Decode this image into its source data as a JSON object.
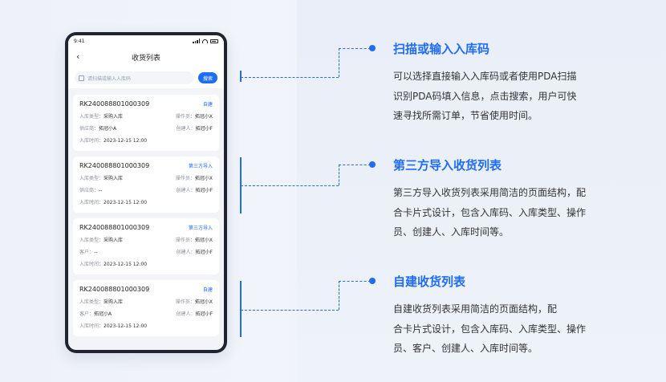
{
  "phone": {
    "status_time": "9:41",
    "nav_title": "收货列表",
    "search_placeholder": "请扫描或输入入库码",
    "search_button": "搜索",
    "cards": [
      {
        "code": "RK240088801000309",
        "tag": "自建",
        "row1_left_label": "入库类型：",
        "row1_left_value": "采购入库",
        "row1_right_label": "操作员：",
        "row1_right_value": "拓冠小X",
        "row2_left_label": "供应商：",
        "row2_left_value": "拓冠小A",
        "row2_right_label": "创建人：",
        "row2_right_value": "拓冠小F",
        "time_label": "入库时间：",
        "time_value": "2023-12-15 12:00"
      },
      {
        "code": "RK240088801000309",
        "tag": "第三方导入",
        "row1_left_label": "入库类型：",
        "row1_left_value": "采购入库",
        "row1_right_label": "操作员：",
        "row1_right_value": "拓冠小X",
        "row2_left_label": "供应商：",
        "row2_left_value": "--",
        "row2_right_label": "创建人：",
        "row2_right_value": "拓冠小F",
        "time_label": "入库时间：",
        "time_value": "2023-12-15 12:00"
      },
      {
        "code": "RK240088801000309",
        "tag": "第三方导入",
        "row1_left_label": "入库类型：",
        "row1_left_value": "采购入库",
        "row1_right_label": "操作员：",
        "row1_right_value": "拓冠小X",
        "row2_left_label": "客户：",
        "row2_left_value": "--",
        "row2_right_label": "创建人：",
        "row2_right_value": "拓冠小F",
        "time_label": "入库时间：",
        "time_value": "2023-12-15 12:00"
      },
      {
        "code": "RK240088801000309",
        "tag": "自建",
        "row1_left_label": "入库类型：",
        "row1_left_value": "采购入库",
        "row1_right_label": "操作员：",
        "row1_right_value": "拓冠小X",
        "row2_left_label": "客户：",
        "row2_left_value": "拓冠小A",
        "row2_right_label": "创建人：",
        "row2_right_value": "拓冠小F",
        "time_label": "入库时间：",
        "time_value": "2023-12-15 12:00"
      }
    ]
  },
  "features": [
    {
      "title": "扫描或输入入库码",
      "lines": [
        "可以选择直接输入入库码或者使用PDA扫描",
        "识别PDA码填入信息，点击搜索，用户可快",
        "速寻找所需订单，节省使用时间。"
      ]
    },
    {
      "title": "第三方导入收货列表",
      "lines": [
        "第三方导入收货列表采用简洁的页面结构，配",
        "合卡片式设计，包含入库码、入库类型、操作",
        "员、创建人、入库时间等。"
      ]
    },
    {
      "title": "自建收货列表",
      "lines": [
        "自建收货列表采用简洁的页面结构，配",
        "合卡片式设计，包含入库码、入库类型、操作",
        "员、客户、创建人、入库时间等。"
      ]
    }
  ],
  "accent_color": "#1f6cf5"
}
